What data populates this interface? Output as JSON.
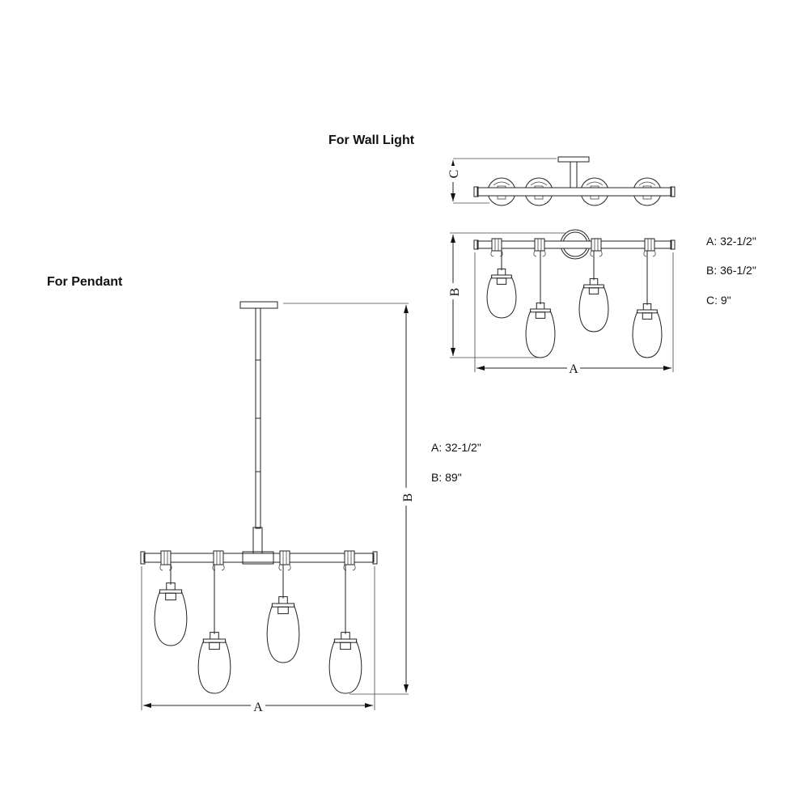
{
  "wall": {
    "title": "For Wall Light",
    "specs": [
      "A: 32-1/2\"",
      "B: 36-1/2\"",
      "C: 9\""
    ],
    "dim_labels": {
      "a": "A",
      "b": "B",
      "c": "C"
    }
  },
  "pendant": {
    "title": "For Pendant",
    "specs": [
      "A: 32-1/2\"",
      "B: 89\""
    ],
    "dim_labels": {
      "a": "A",
      "b": "B"
    }
  },
  "lamp_count": 4
}
